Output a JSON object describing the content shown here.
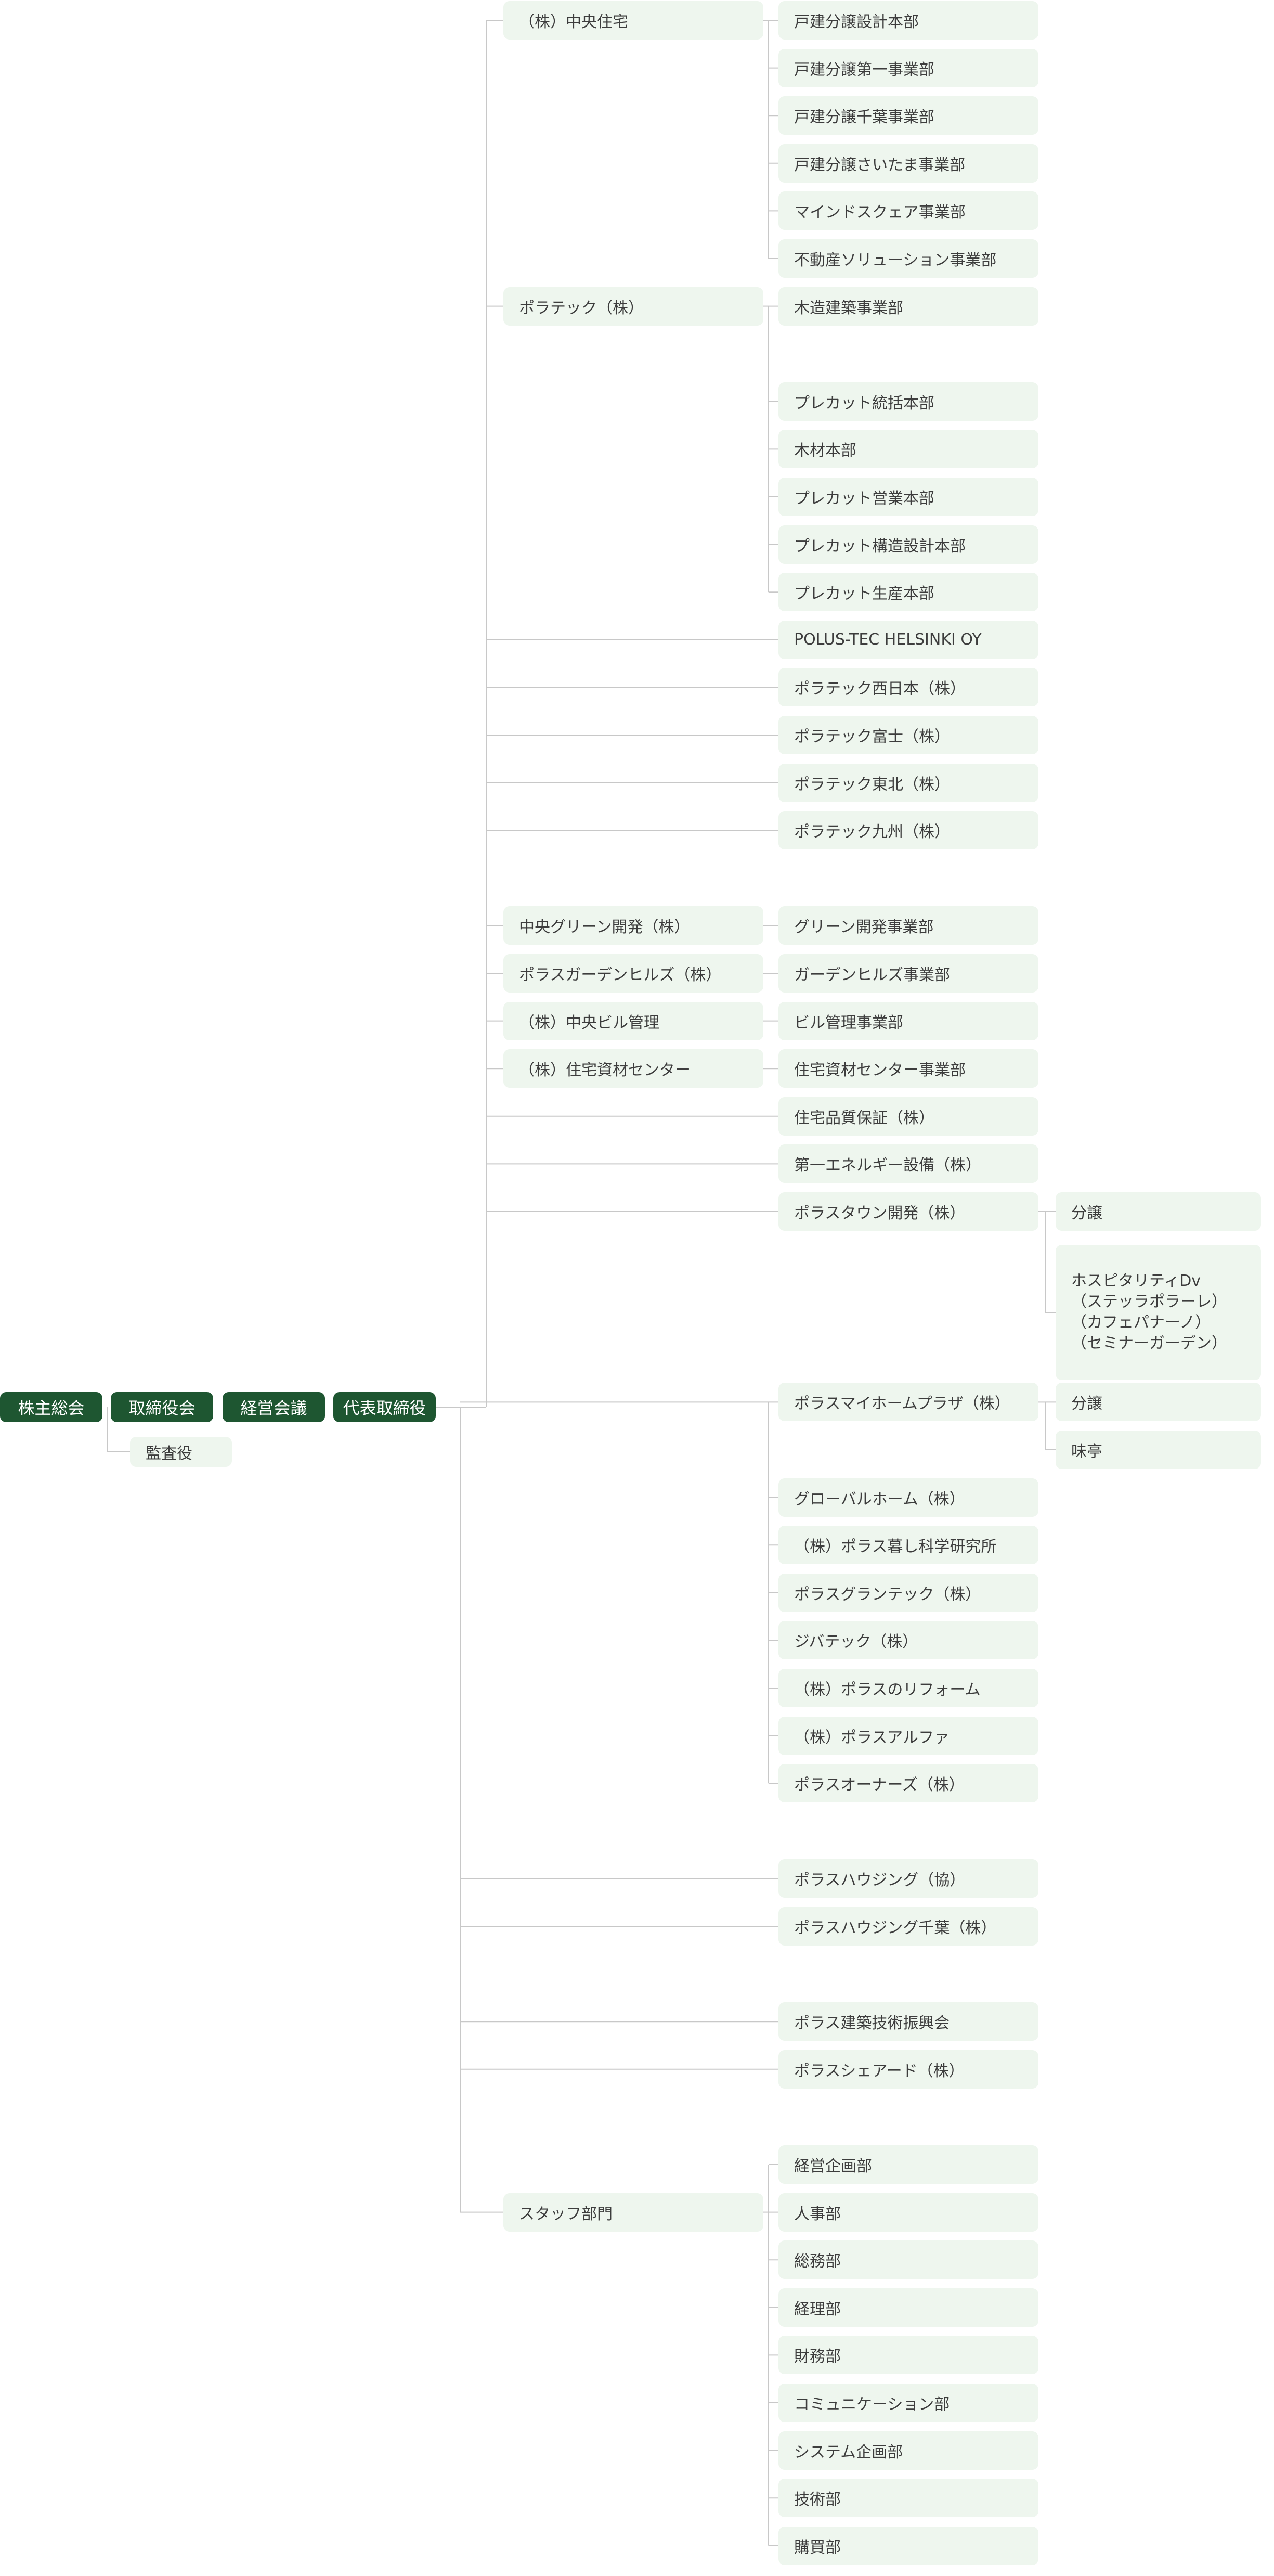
{
  "top": {
    "shareholders": "株主総会",
    "board": "取締役会",
    "management_meeting": "経営会議",
    "representative": "代表取締役",
    "auditor": "監査役"
  },
  "chuo_jutaku": {
    "label": "（株）中央住宅",
    "depts": [
      "戸建分譲設計本部",
      "戸建分譲第一事業部",
      "戸建分譲千葉事業部",
      "戸建分譲さいたま事業部",
      "マインドスクェア事業部",
      "不動産ソリューション事業部"
    ]
  },
  "polatec": {
    "label": "ポラテック（株）",
    "depts": [
      "木造建築事業部",
      "プレカット統括本部",
      "木材本部",
      "プレカット営業本部",
      "プレカット構造設計本部",
      "プレカット生産本部"
    ]
  },
  "polatec_group": [
    "POLUS-TEC HELSINKI OY",
    "ポラテック西日本（株）",
    "ポラテック富士（株）",
    "ポラテック東北（株）",
    "ポラテック九州（株）"
  ],
  "paired": [
    {
      "company": "中央グリーン開発（株）",
      "dept": "グリーン開発事業部"
    },
    {
      "company": "ポラスガーデンヒルズ（株）",
      "dept": "ガーデンヒルズ事業部"
    },
    {
      "company": "（株）中央ビル管理",
      "dept": "ビル管理事業部"
    },
    {
      "company": "（株）住宅資材センター",
      "dept": "住宅資材センター事業部"
    }
  ],
  "direct_a": [
    "住宅品質保証（株）",
    "第一エネルギー設備（株）"
  ],
  "polus_town": {
    "label": "ポラスタウン開発（株）",
    "subs": [
      "分譲",
      "ホスピタリティDv\n（ステッラポラーレ）\n（カフェパナーノ）\n（セミナーガーデン）"
    ]
  },
  "polus_myhome": {
    "label": "ポラスマイホームプラザ（株）",
    "subs": [
      "分譲",
      "味亭"
    ]
  },
  "group_b": [
    "グローバルホーム（株）",
    "（株）ポラス暮し科学研究所",
    "ポラスグランテック（株）",
    "ジバテック（株）",
    "（株）ポラスのリフォーム",
    "（株）ポラスアルファ",
    "ポラスオーナーズ（株）"
  ],
  "housing": [
    "ポラスハウジング（協）",
    "ポラスハウジング千葉（株）"
  ],
  "foundation": [
    "ポラス建築技術振興会",
    "ポラスシェアード（株）"
  ],
  "staff": {
    "label": "スタッフ部門",
    "depts": [
      "経営企画部",
      "人事部",
      "総務部",
      "経理部",
      "財務部",
      "コミュニケーション部",
      "システム企画部",
      "技術部",
      "購買部"
    ]
  },
  "colors": {
    "dark": "#1e5631",
    "light": "#eef6ee",
    "line": "#c8c8c8",
    "text": "#3d3d3d"
  }
}
